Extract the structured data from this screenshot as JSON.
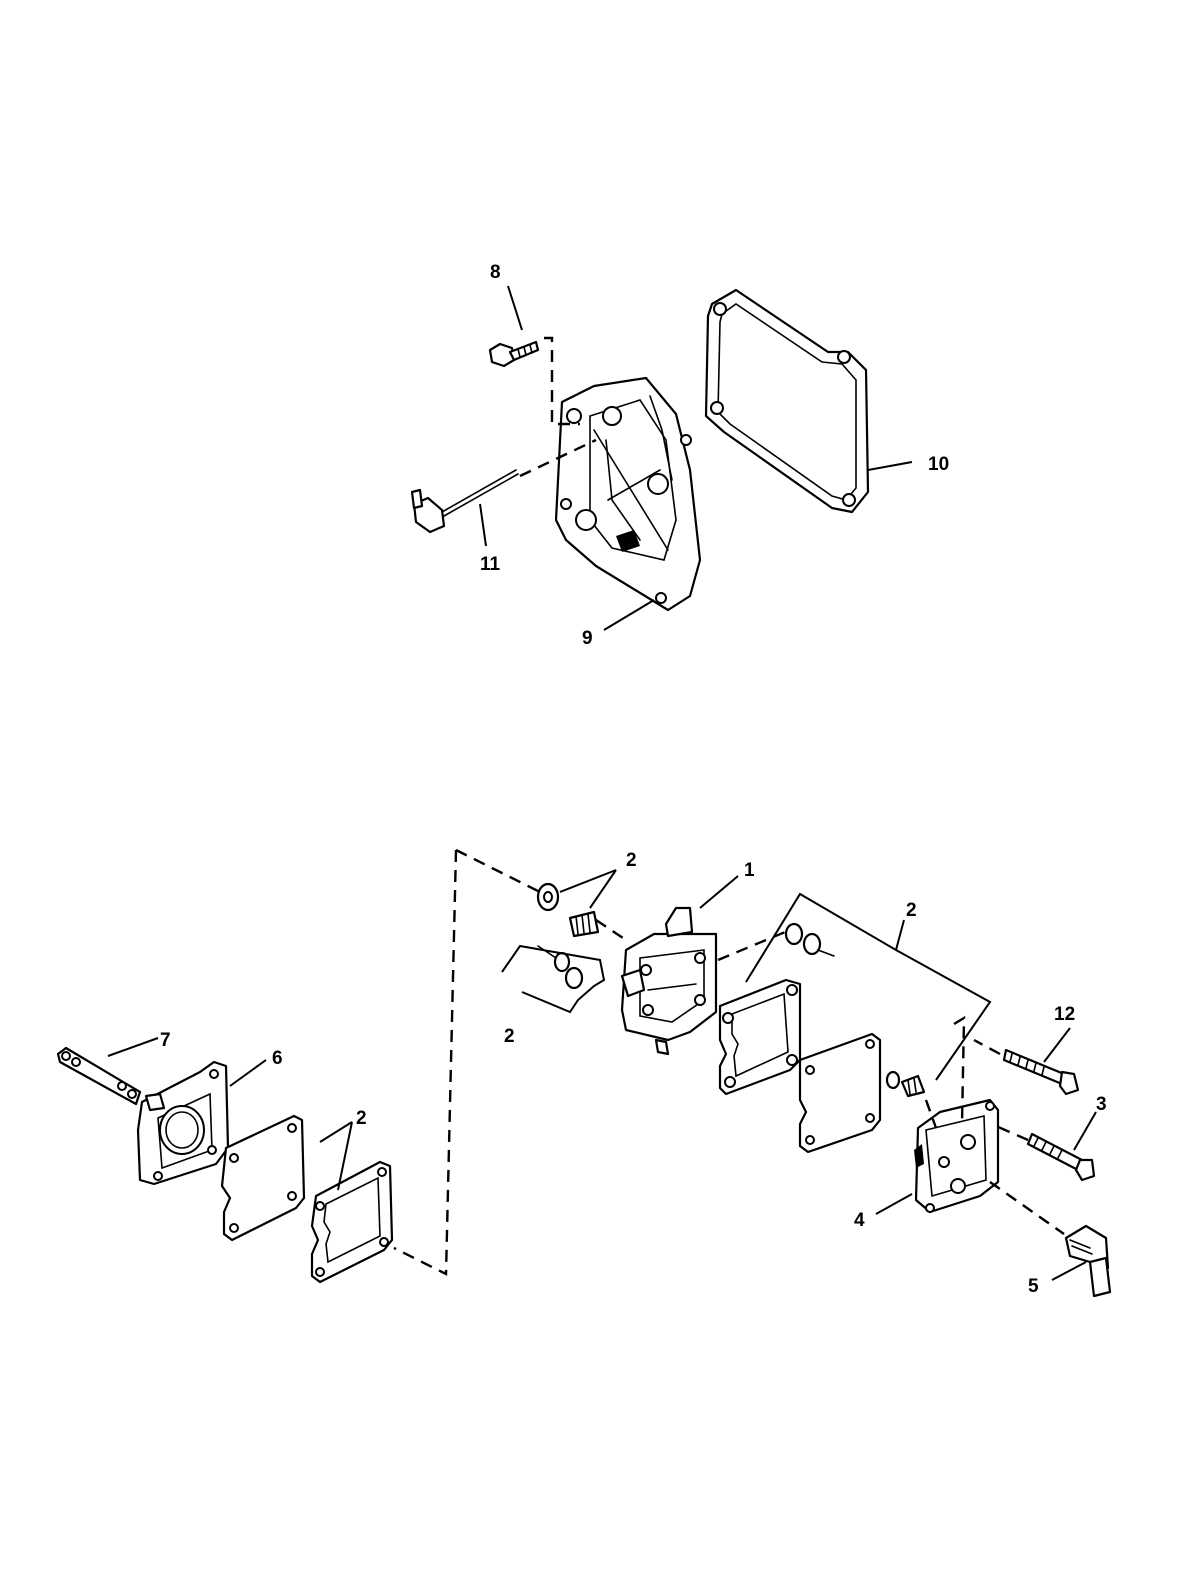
{
  "callouts": {
    "c1": "1",
    "c2a": "2",
    "c2b": "2",
    "c2c": "2",
    "c2d": "2",
    "c3": "3",
    "c4": "4",
    "c5": "5",
    "c6": "6",
    "c7": "7",
    "c8": "8",
    "c9": "9",
    "c10": "10",
    "c11": "11",
    "c12": "12"
  },
  "colors": {
    "ink": "#000000",
    "paper": "#ffffff"
  }
}
